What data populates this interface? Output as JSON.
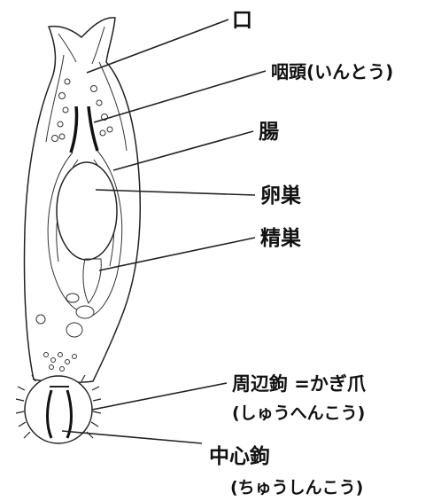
{
  "labels": {
    "mouth": "口",
    "pharynx": "咽頭(いんとう)",
    "intestine": "腸",
    "ovary": "卵巣",
    "testis": "精巣",
    "marginal_hooks": "周辺鉤 =かぎ爪",
    "marginal_hooks_reading": "(しゅうへんこう)",
    "central_hooks": "中心鉤",
    "central_hooks_reading": "(ちゅうしんこう)"
  }
}
